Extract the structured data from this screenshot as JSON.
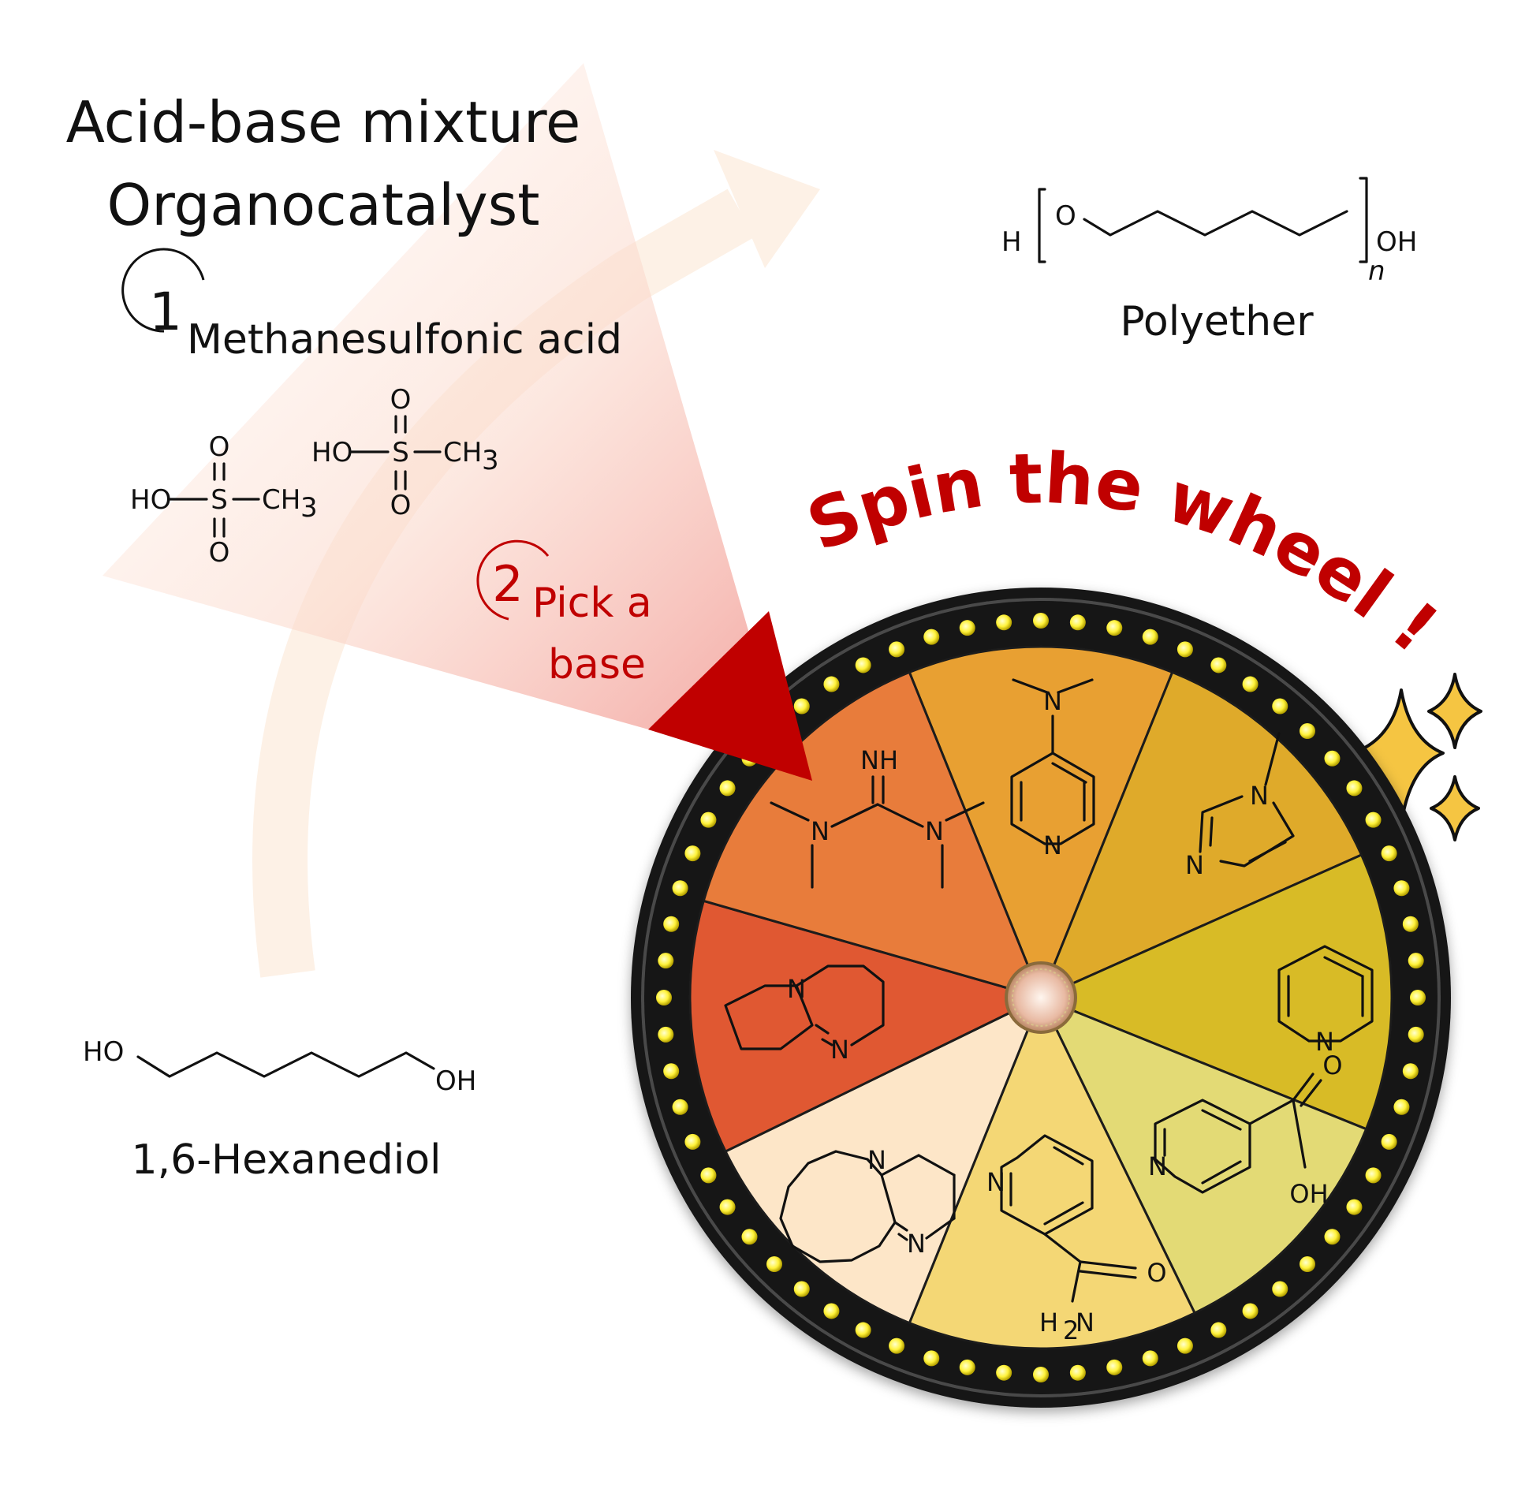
{
  "heading": {
    "line1": "Acid-base mixture",
    "line2": "Organocatalyst"
  },
  "step1": {
    "number": "1",
    "label": "Methanesulfonic acid"
  },
  "step2": {
    "number": "2",
    "line1": "Pick a",
    "line2": "base"
  },
  "acid_structure": {
    "o": "O",
    "s": "S",
    "ho": "HO",
    "ch3": "CH",
    "sub3": "3"
  },
  "polyether": {
    "h": "H",
    "o": "O",
    "oh": "OH",
    "n": "n",
    "caption": "Polyether"
  },
  "hexanediol": {
    "ho": "HO",
    "oh": "OH",
    "caption": "1,6-Hexanediol"
  },
  "spin_title": "Spin the wheel !",
  "wheel": {
    "colors": [
      "#e8a030",
      "#dfaa2a",
      "#d8bb26",
      "#e3da74",
      "#f4d774",
      "#fde6c8",
      "#e05930",
      "#e87c3a"
    ],
    "atoms": {
      "n": "N",
      "nh": "NH",
      "o": "O",
      "oh": "OH",
      "h2n": "H",
      "sub2": "2"
    }
  },
  "colors": {
    "accent_red": "#c00000",
    "pointer_red": "#c00000",
    "wheel_rim": "#1a1a1a",
    "bulb": "#fff23a"
  },
  "icons": [
    "sparkle-icon",
    "arrow-icon",
    "pointer-icon"
  ]
}
